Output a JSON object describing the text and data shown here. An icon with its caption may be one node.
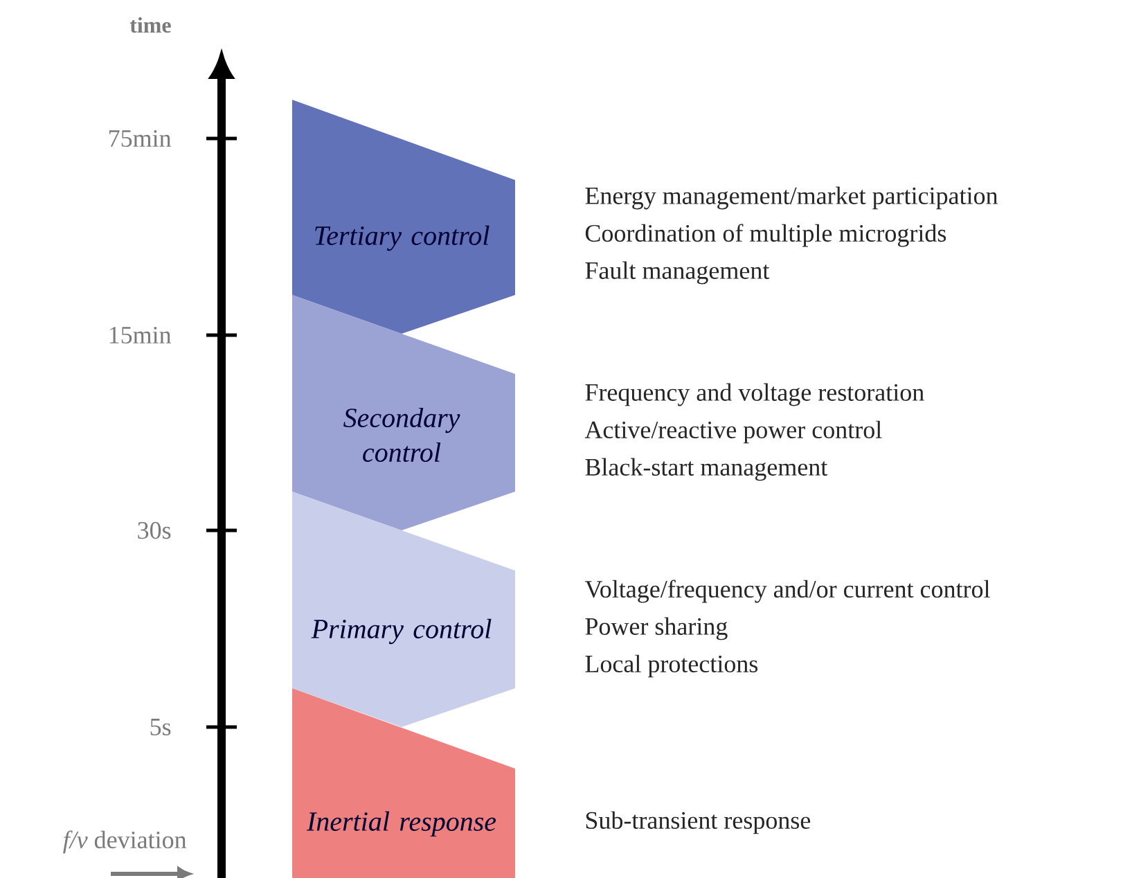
{
  "diagram": {
    "nodes": [
      {
        "text": [
          "Tertiary control"
        ],
        "beside": [
          "Energy management/market participation",
          "Coordination of multiple microgrids",
          "Fault management"
        ]
      },
      {
        "text": [
          "Secondary control"
        ],
        "beside": [
          "Frequency and voltage restoration",
          "Active/reactive power control",
          "Black-start management"
        ]
      },
      {
        "text": [
          "Primary control"
        ],
        "beside": [
          "Voltage/frequency and/or current control",
          "Power sharing",
          "Local protections"
        ]
      },
      {
        "text": [
          "Inertial response"
        ],
        "beside": [
          "Sub-transient response"
        ]
      }
    ],
    "labels": [
      "time",
      "75min",
      "15min",
      "30s",
      "5s",
      "*f/v* deviation"
    ]
  }
}
